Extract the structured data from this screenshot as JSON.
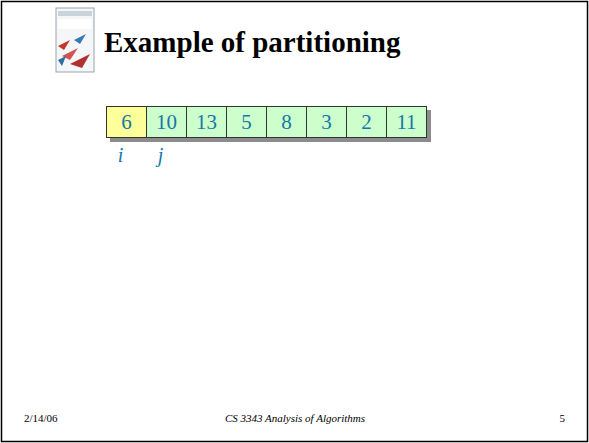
{
  "diagram": {
    "title": "Example of partitioning",
    "nodes": [
      {
        "text": [
          "6"
        ]
      },
      {
        "text": [
          "10"
        ]
      },
      {
        "text": [
          "13"
        ]
      },
      {
        "text": [
          "5"
        ]
      },
      {
        "text": [
          "8"
        ]
      },
      {
        "text": [
          "3"
        ]
      },
      {
        "text": [
          "2"
        ]
      },
      {
        "text": [
          "11"
        ]
      }
    ],
    "labels": [
      "i",
      "j",
      "2/14/06",
      "CS 3343 Analysis of Algorithms",
      "5"
    ]
  }
}
